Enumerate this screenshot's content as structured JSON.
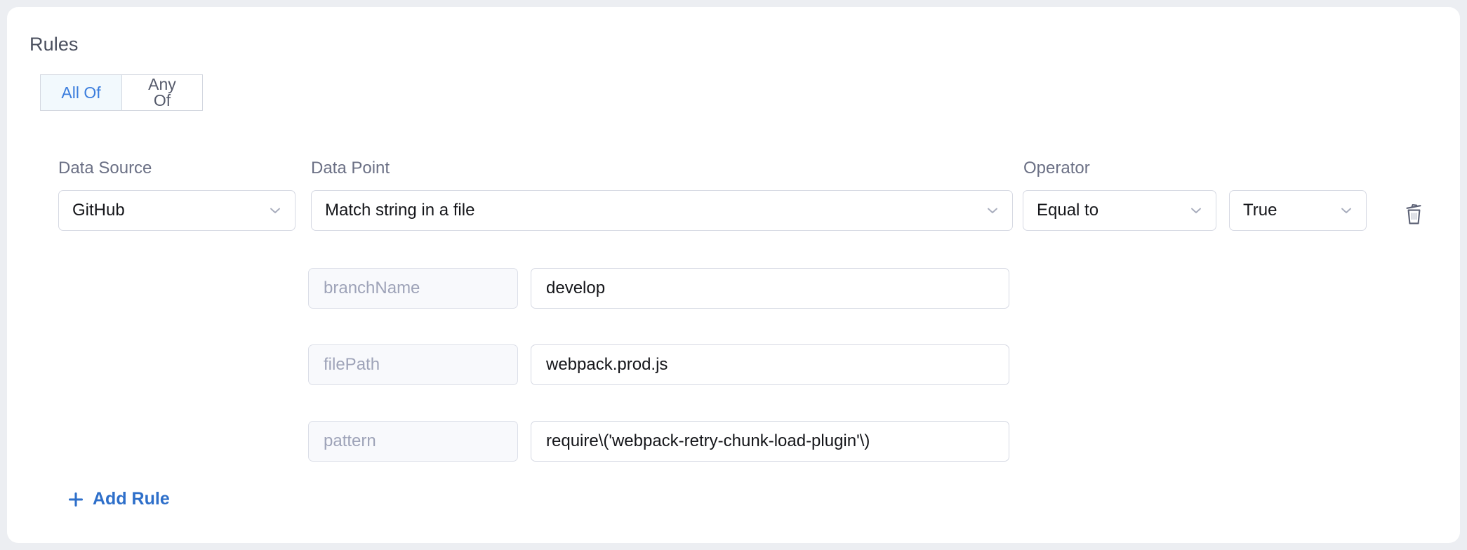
{
  "section": {
    "title": "Rules"
  },
  "match_toggle": {
    "options": [
      {
        "label": "All Of",
        "active": true
      },
      {
        "label": "Any Of",
        "active": false
      }
    ]
  },
  "columns": {
    "data_source": "Data Source",
    "data_point": "Data Point",
    "operator": "Operator"
  },
  "rule": {
    "data_source": "GitHub",
    "data_point": "Match string in a file",
    "operator": "Equal to",
    "value": "True",
    "params": [
      {
        "key": "branchName",
        "value": "develop"
      },
      {
        "key": "filePath",
        "value": "webpack.prod.js"
      },
      {
        "key": "pattern",
        "value": "require\\('webpack-retry-chunk-load-plugin'\\)"
      }
    ]
  },
  "actions": {
    "delete_icon": "trash-icon",
    "add_rule_label": "Add Rule",
    "add_rule_icon": "plus-icon"
  },
  "icons": {
    "chevron_down": "chevron-down-icon"
  },
  "colors": {
    "accent_blue": "#3b7ddd",
    "link_blue": "#2e6fca",
    "active_tab_bg": "#f2f9fd",
    "border": "#d6d9e3",
    "label_text": "#6b7085",
    "heading_text": "#4a4f5e",
    "placeholder_text": "#9ea3b8",
    "param_key_bg": "#f8f9fc",
    "page_bg": "#eceef2",
    "card_bg": "#ffffff"
  }
}
